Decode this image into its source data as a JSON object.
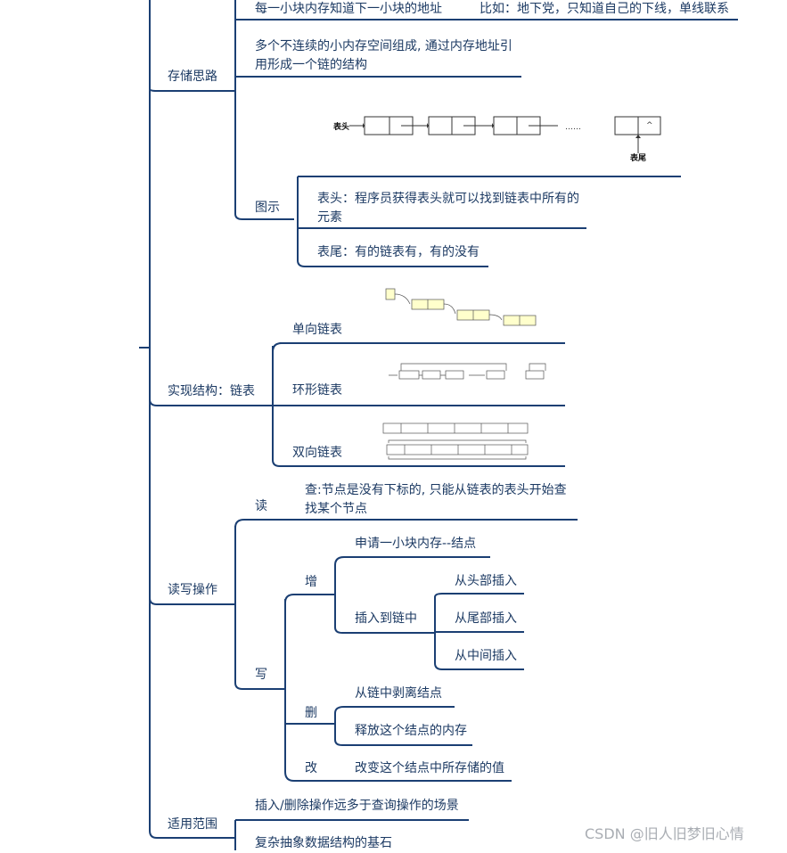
{
  "mindmap": {
    "storage_idea": {
      "label": "存储思路",
      "item1": "每一小块内存知道下一小块的地址",
      "item1_note": "比如：地下党，只知道自己的下线，单线联系",
      "item2": "多个不连续的小内存空间组成, 通过内存地址引用形成一个链的结构",
      "diagram": {
        "label": "图示",
        "head_label": "表头",
        "tail_label": "表尾",
        "ellipsis": "……",
        "null_symbol": "^",
        "head_desc": "表头：程序员获得表头就可以找到链表中所有的元素",
        "tail_desc": "表尾：有的链表有，有的没有"
      }
    },
    "impl": {
      "label": "实现结构：链表",
      "singly": "单向链表",
      "circular": "环形链表",
      "doubly": "双向链表"
    },
    "rw": {
      "label": "读写操作",
      "read": "读",
      "read_desc": "查:节点是没有下标的, 只能从链表的表头开始查找某个节点",
      "write": "写",
      "add": "增",
      "add_alloc": "申请一小块内存--结点",
      "add_insert": "插入到链中",
      "insert_head": "从头部插入",
      "insert_tail": "从尾部插入",
      "insert_mid": "从中间插入",
      "del": "删",
      "del_detach": "从链中剥离结点",
      "del_free": "释放这个结点的内存",
      "mod": "改",
      "mod_desc": "改变这个结点中所存储的值"
    },
    "scope": {
      "label": "适用范围",
      "item1": "插入/删除操作远多于查询操作的场景",
      "item2": "复杂抽象数据结构的基石"
    }
  },
  "watermark": "CSDN @旧人旧梦旧心情",
  "colors": {
    "line": "#1b3f73",
    "text": "#1c3a63",
    "node_fill": "#ffffcc"
  }
}
